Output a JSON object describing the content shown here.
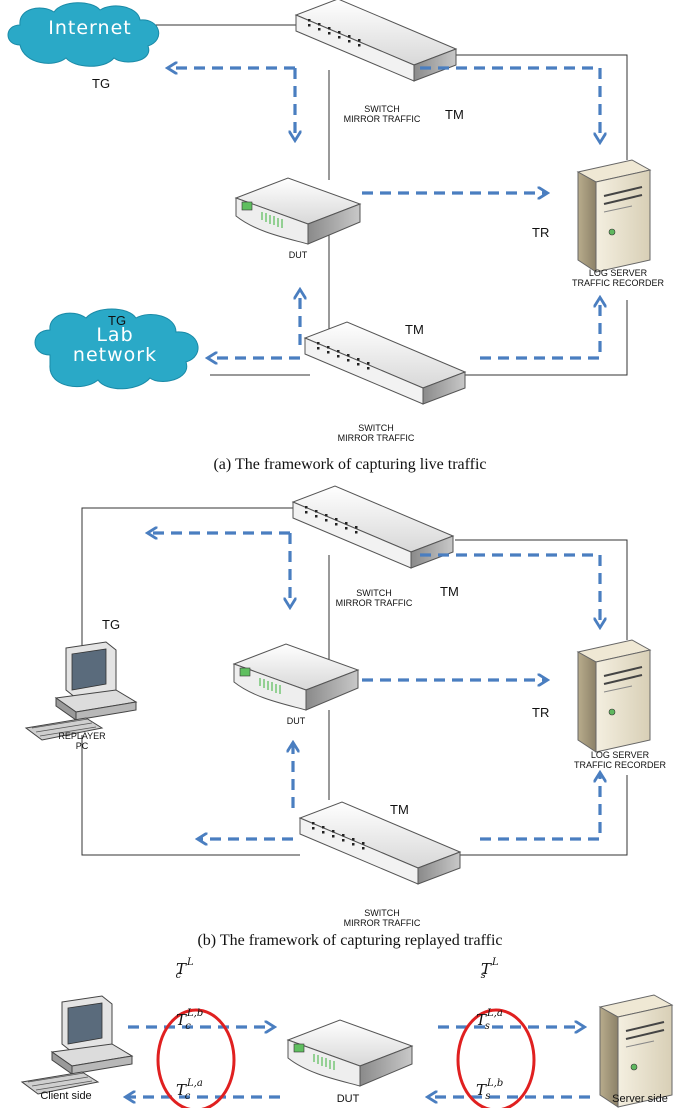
{
  "panel_a": {
    "cloud_internet": "Internet",
    "cloud_lab_line1": "Lab",
    "cloud_lab_line2": "network",
    "tg_top": "TG",
    "tg_bottom": "TG",
    "tm_top": "TM",
    "tm_bottom": "TM",
    "tr": "TR",
    "switch_top_line1": "SWITCH",
    "switch_top_line2": "MIRROR TRAFFIC",
    "switch_bottom_line1": "SWITCH",
    "switch_bottom_line2": "MIRROR TRAFFIC",
    "dut": "DUT",
    "server_line1": "LOG SERVER",
    "server_line2": "TRAFFIC RECORDER",
    "caption": "(a) The framework of capturing live traffic"
  },
  "panel_b": {
    "tg": "TG",
    "tm_top": "TM",
    "tm_bottom": "TM",
    "tr": "TR",
    "switch_top_line1": "SWITCH",
    "switch_top_line2": "MIRROR TRAFFIC",
    "switch_bottom_line1": "SWITCH",
    "switch_bottom_line2": "MIRROR TRAFFIC",
    "dut": "DUT",
    "replayer_line1": "REPLAYER",
    "replayer_line2": "PC",
    "server_line1": "LOG SERVER",
    "server_line2": "TRAFFIC RECORDER",
    "caption": "(b) The framework of capturing replayed traffic"
  },
  "panel_c": {
    "client": "Client side",
    "dut": "DUT",
    "server": "Server side",
    "tc_L": {
      "base": "T",
      "sub": "c",
      "sup": "L"
    },
    "tc_Lb": {
      "base": "T",
      "sub": "c",
      "sup": "L,b"
    },
    "tc_La": {
      "base": "T",
      "sub": "c",
      "sup": "L,a"
    },
    "ts_L": {
      "base": "T",
      "sub": "s",
      "sup": "L"
    },
    "ts_La": {
      "base": "T",
      "sub": "s",
      "sup": "L,a"
    },
    "ts_Lb": {
      "base": "T",
      "sub": "s",
      "sup": "L,b"
    }
  },
  "colors": {
    "arrow": "#4a7ec0",
    "cloud": "#2aa9c7",
    "ellipse": "#e02020",
    "line": "#333333"
  }
}
